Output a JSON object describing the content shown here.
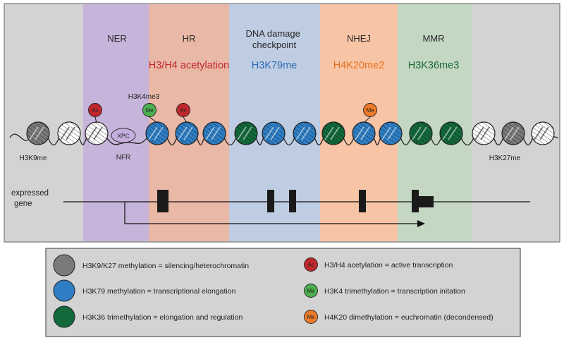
{
  "colors": {
    "panel_background": "#d3d3d3",
    "NER": "#c7b4da",
    "HR": "#e9b8a6",
    "DNA damage checkpoint": "#bfcde3",
    "NHEJ": "#f7c4a6",
    "MMR": "#c3d7c3",
    "grey_nucleosome": "#7a7a7a",
    "blue_nucleosome": "#2f7ec4",
    "green_nucleosome": "#12693a",
    "white_nucleosome": "#ffffff",
    "acetyl_badge": "#c0272d",
    "me_green_badge": "#4caf50",
    "me_orange_badge": "#ee7c2b",
    "xpc": "#c6afe0"
  },
  "regions": [
    {
      "name": "NER",
      "modification": ""
    },
    {
      "name": "HR",
      "modification": "H3/H4 acetylation",
      "mod_color": "#c0272d"
    },
    {
      "name": "DNA damage\ncheckpoint",
      "modification": "H3K79me",
      "mod_color": "#2b6cb3"
    },
    {
      "name": "NHEJ",
      "modification": "H4K20me2",
      "mod_color": "#e8701a"
    },
    {
      "name": "MMR",
      "modification": "H3K36me3",
      "mod_color": "#1d6b35"
    }
  ],
  "chromatin_labels": {
    "left": "H3K9me",
    "right": "H3K27me",
    "nfr": "NFR",
    "xpc": "XPC",
    "h3k4me3": "H3K4me3"
  },
  "badges": {
    "acetyl": "Ac",
    "methyl": "Me"
  },
  "nucleosomes": [
    "grey",
    "white",
    "white",
    "blue",
    "blue",
    "blue",
    "green",
    "blue",
    "blue",
    "green",
    "blue",
    "blue",
    "green",
    "green",
    "white",
    "grey",
    "white"
  ],
  "modification_badges": [
    {
      "type": "acetyl",
      "label": "Ac"
    },
    {
      "type": "me_green",
      "label": "Me"
    },
    {
      "type": "acetyl",
      "label": "Ac"
    },
    {
      "type": "me_orange",
      "label": "Me"
    }
  ],
  "gene": {
    "label": "expressed\ngene"
  },
  "legend": {
    "items": [
      {
        "symbol": "grey_nucleosome",
        "text": "H3K9/K27 methylation = silencing/heterochromatin"
      },
      {
        "symbol": "blue_nucleosome",
        "text": "H3K79 methylation = transcriptional elongation"
      },
      {
        "symbol": "green_nucleosome",
        "text": "H3K36 trimethylation = elongation and regulation"
      },
      {
        "symbol": "acetyl",
        "badge": "Ac",
        "text": "H3/H4 acetylation = active transcription"
      },
      {
        "symbol": "me_green",
        "badge": "Me",
        "text": "H3K4 trimethylation = transcription initation"
      },
      {
        "symbol": "me_orange",
        "badge": "Me",
        "text": "H4K20 dimethylation = euchromatin (decondensed)"
      }
    ]
  }
}
